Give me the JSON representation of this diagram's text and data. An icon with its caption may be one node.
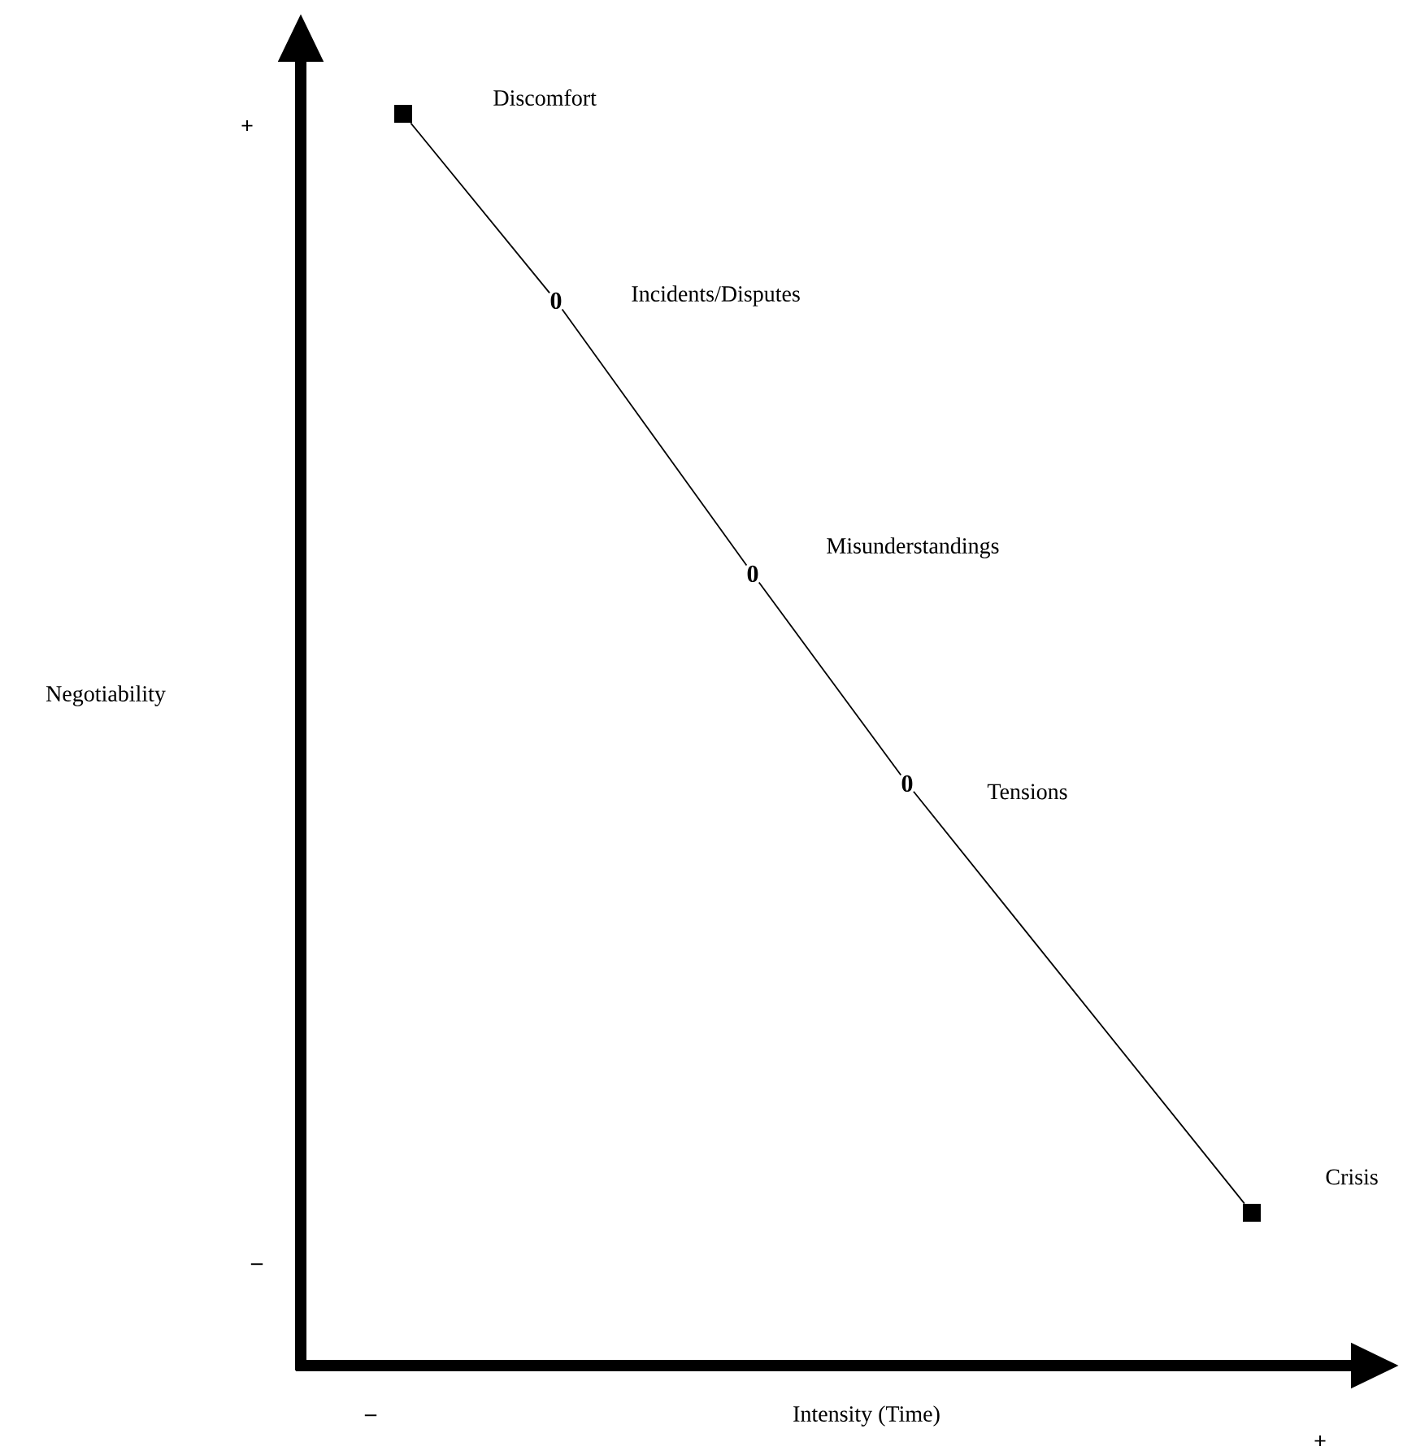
{
  "diagram": {
    "nodes": [
      {
        "text": [],
        "shape": "box",
        "beside": [
          "Discomfort"
        ]
      },
      {
        "text": [
          "0"
        ],
        "beside": [
          "Incidents/Disputes"
        ]
      },
      {
        "text": [
          "0"
        ],
        "beside": [
          "Misunderstandings"
        ]
      },
      {
        "text": [
          "0"
        ],
        "beside": [
          "Tensions"
        ]
      },
      {
        "text": [],
        "shape": "box",
        "beside": [
          "Crisis"
        ]
      }
    ],
    "edges": [
      {
        "from": 0,
        "to": 1,
        "arrow": "none"
      },
      {
        "from": 1,
        "to": 2,
        "arrow": "none"
      },
      {
        "from": 2,
        "to": 3,
        "arrow": "none"
      },
      {
        "from": 3,
        "to": 4,
        "arrow": "none"
      }
    ],
    "labels": [
      "+",
      "Negotiability",
      "–",
      "–",
      "Intensity (Time)",
      "+"
    ]
  }
}
